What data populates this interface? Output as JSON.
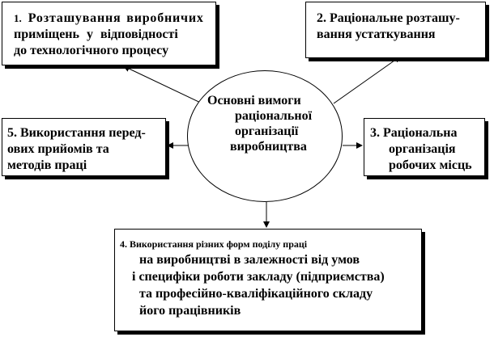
{
  "diagram": {
    "center": {
      "lines": [
        "Основні вимоги",
        "раціональної",
        "організації",
        "виробництва"
      ]
    },
    "boxes": {
      "box1": {
        "number": "1.",
        "lines": [
          "Розташування виробничих",
          "приміщень у відповідності",
          "до технологічного процесу"
        ]
      },
      "box2": {
        "lines": [
          "2. Раціональне розташу-",
          "вання устаткування"
        ]
      },
      "box3": {
        "lines": [
          "3. Раціональна",
          "організація",
          "робочих місць"
        ]
      },
      "box4": {
        "heading": "4. Використання різних форм поділу праці",
        "lines": [
          "на виробництві в залежності від умов",
          "і специфіки роботи закладу (підприємства)",
          "та професійно-кваліфікаційного складу",
          "його працівників"
        ]
      },
      "box5": {
        "lines": [
          "5. Використання перед-",
          "ових прийомів та",
          "методів праці"
        ]
      }
    },
    "colors": {
      "stroke": "#000000",
      "background": "#ffffff"
    }
  }
}
